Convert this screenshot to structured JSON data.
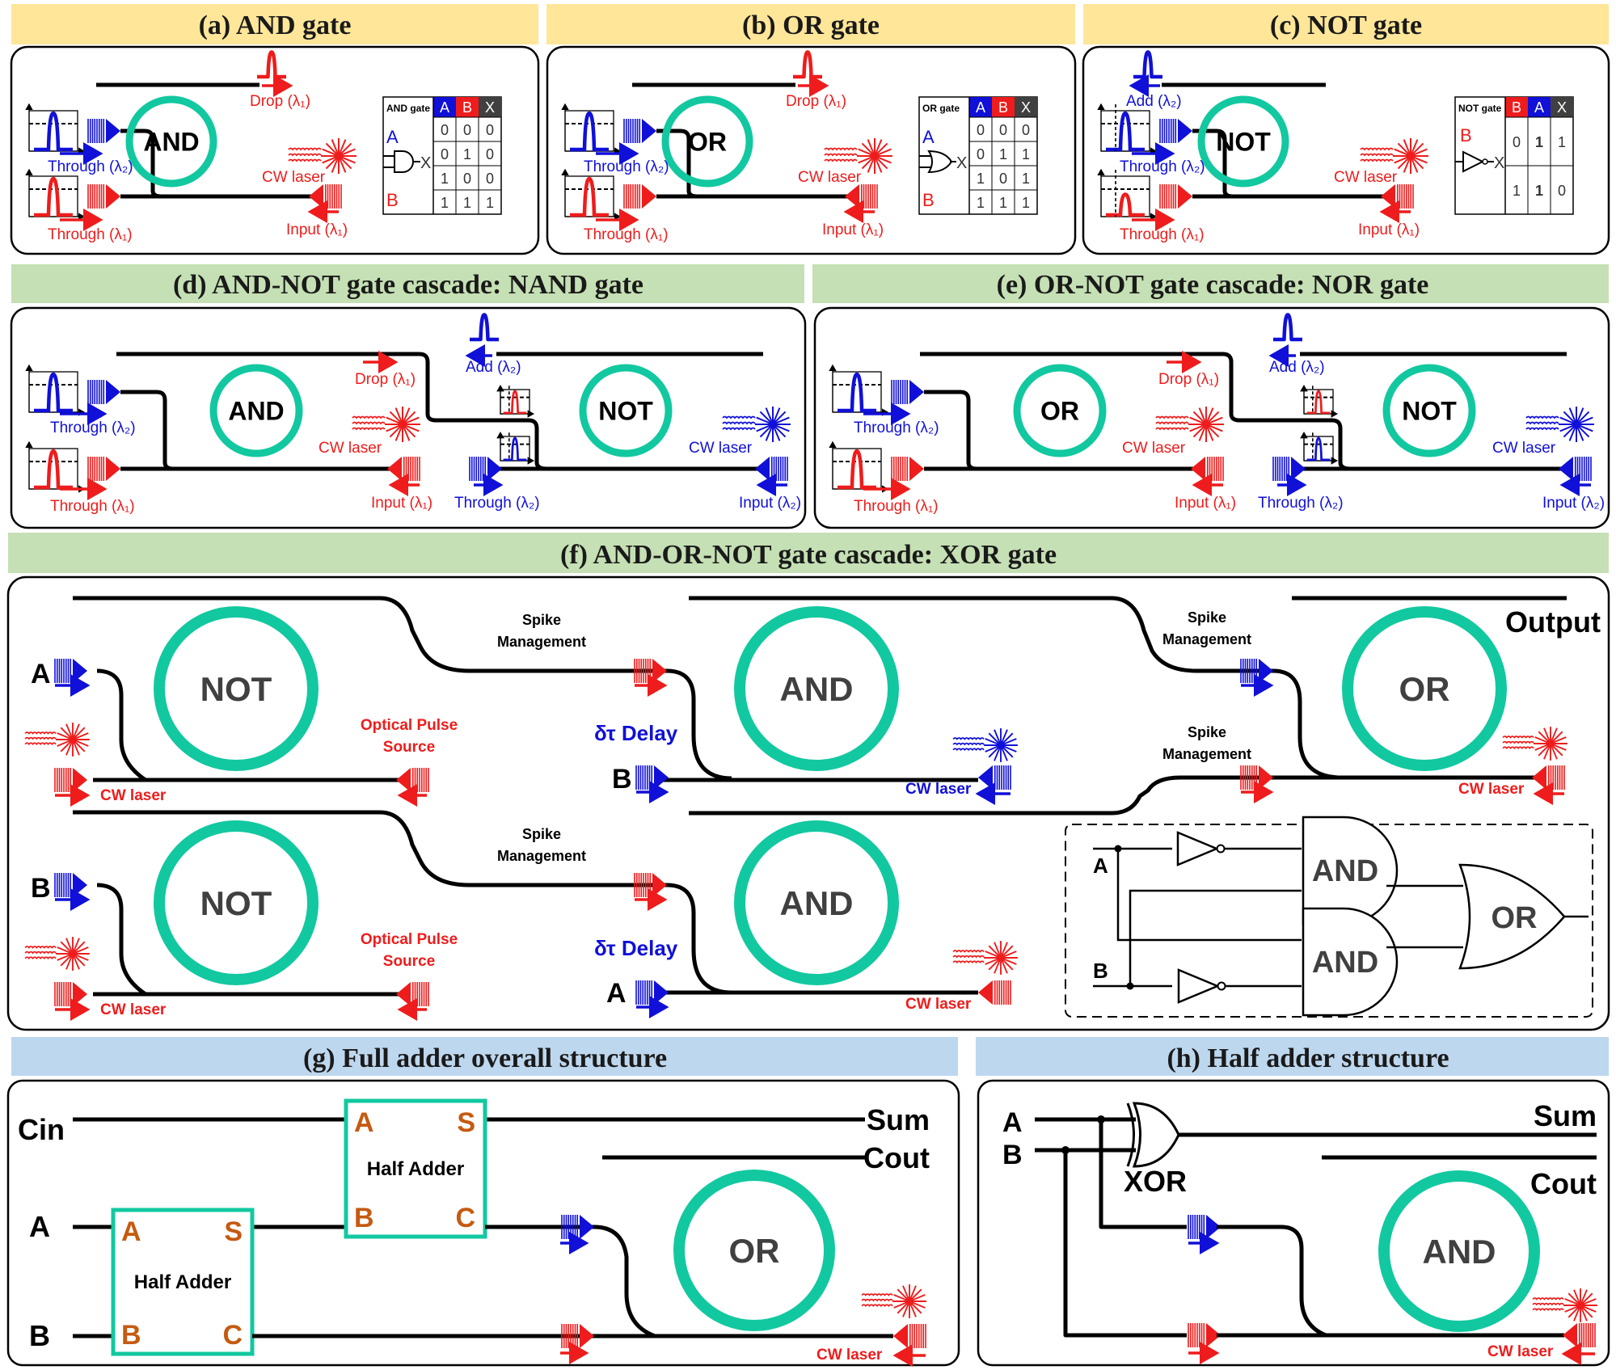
{
  "colors": {
    "gold_header": "#ffe699",
    "green_header": "#c5e0b4",
    "blue_header": "#bdd7ee",
    "ring": "#12c8a0",
    "red": "#ee1c1c",
    "blue": "#1010d8",
    "dark_cell": "#404040",
    "orange_port": "#c55a11"
  },
  "panels": {
    "a": {
      "title": "(a) AND gate",
      "ring_label": "AND",
      "drop_label": "Drop (λ₁)",
      "through2_label": "Through (λ₂)",
      "through1_label": "Through (λ₁)",
      "cw_label": "CW laser",
      "input_label": "Input (λ₁)",
      "table": {
        "caption": "AND gate",
        "headers": [
          "A",
          "B",
          "X"
        ],
        "rows": [
          [
            "0",
            "0",
            "0"
          ],
          [
            "0",
            "1",
            "0"
          ],
          [
            "1",
            "0",
            "0"
          ],
          [
            "1",
            "1",
            "1"
          ]
        ],
        "symbol_in1": "A",
        "symbol_in2": "B",
        "symbol_out": "X"
      }
    },
    "b": {
      "title": "(b) OR gate",
      "ring_label": "OR",
      "drop_label": "Drop (λ₁)",
      "through2_label": "Through (λ₂)",
      "through1_label": "Through (λ₁)",
      "cw_label": "CW laser",
      "input_label": "Input (λ₁)",
      "table": {
        "caption": "OR gate",
        "headers": [
          "A",
          "B",
          "X"
        ],
        "rows": [
          [
            "0",
            "0",
            "0"
          ],
          [
            "0",
            "1",
            "1"
          ],
          [
            "1",
            "0",
            "1"
          ],
          [
            "1",
            "1",
            "1"
          ]
        ],
        "symbol_in1": "A",
        "symbol_in2": "B",
        "symbol_out": "X"
      }
    },
    "c": {
      "title": "(c) NOT gate",
      "ring_label": "NOT",
      "add_label": "Add (λ₂)",
      "through2_label": "Through (λ₂)",
      "through1_label": "Through (λ₁)",
      "cw_label": "CW laser",
      "input_label": "Input (λ₁)",
      "table": {
        "caption": "NOT gate",
        "headers": [
          "B",
          "A",
          "X"
        ],
        "rows": [
          [
            "0",
            "1",
            "1"
          ],
          [
            "1",
            "1",
            "0"
          ]
        ],
        "symbol_in": "B",
        "symbol_out": "X"
      }
    },
    "d": {
      "title": "(d) AND-NOT gate cascade: NAND gate",
      "ring1_label": "AND",
      "ring2_label": "NOT",
      "drop_label": "Drop (λ₁)",
      "add_label": "Add (λ₂)",
      "through2_label": "Through (λ₂)",
      "through1_label": "Through (λ₁)",
      "cw1_label": "CW laser",
      "cw2_label": "CW laser",
      "input1_label": "Input (λ₁)",
      "through2b_label": "Through (λ₂)",
      "input2_label": "Input (λ₂)"
    },
    "e": {
      "title": "(e) OR-NOT gate cascade: NOR gate",
      "ring1_label": "OR",
      "ring2_label": "NOT",
      "drop_label": "Drop (λ₁)",
      "add_label": "Add (λ₂)",
      "through2_label": "Through (λ₂)",
      "through1_label": "Through (λ₁)",
      "cw1_label": "CW laser",
      "cw2_label": "CW laser",
      "input1_label": "Input (λ₁)",
      "through2b_label": "Through (λ₂)",
      "input2_label": "Input (λ₂)"
    },
    "f": {
      "title": "(f) AND-OR-NOT gate cascade: XOR gate",
      "not1_label": "NOT",
      "not2_label": "NOT",
      "and1_label": "AND",
      "and2_label": "AND",
      "or_label": "OR",
      "output_label": "Output",
      "spike1_line1": "Spike",
      "spike1_line2": "Management",
      "spike2_line1": "Spike",
      "spike2_line2": "Management",
      "spike3_line1": "Spike",
      "spike3_line2": "Management",
      "spike4_line1": "Spike",
      "spike4_line2": "Management",
      "ops1_line1": "Optical Pulse",
      "ops1_line2": "Source",
      "ops2_line1": "Optical Pulse",
      "ops2_line2": "Source",
      "delay1": "δτ Delay",
      "delay2": "δτ Delay",
      "input_a_top": "A",
      "input_b_mid": "B",
      "input_b_bottom": "B",
      "input_a_bottom": "A",
      "cw_labels": [
        "CW laser",
        "CW laser",
        "CW laser",
        "CW laser",
        "CW laser"
      ],
      "logic": {
        "in_a": "A",
        "in_b": "B",
        "and1": "AND",
        "and2": "AND",
        "or": "OR"
      }
    },
    "g": {
      "title": "(g) Full adder overall structure",
      "cin": "Cin",
      "a": "A",
      "b": "B",
      "sum": "Sum",
      "cout": "Cout",
      "ha1": {
        "label": "Half Adder",
        "pa": "A",
        "ps": "S",
        "pb": "B",
        "pc": "C"
      },
      "ha2": {
        "label": "Half Adder",
        "pa": "A",
        "ps": "S",
        "pb": "B",
        "pc": "C"
      },
      "ring_label": "OR",
      "cw_label": "CW laser"
    },
    "h": {
      "title": "(h) Half adder structure",
      "a": "A",
      "b": "B",
      "xor": "XOR",
      "sum": "Sum",
      "cout": "Cout",
      "ring_label": "AND",
      "cw_label": "CW laser"
    }
  }
}
